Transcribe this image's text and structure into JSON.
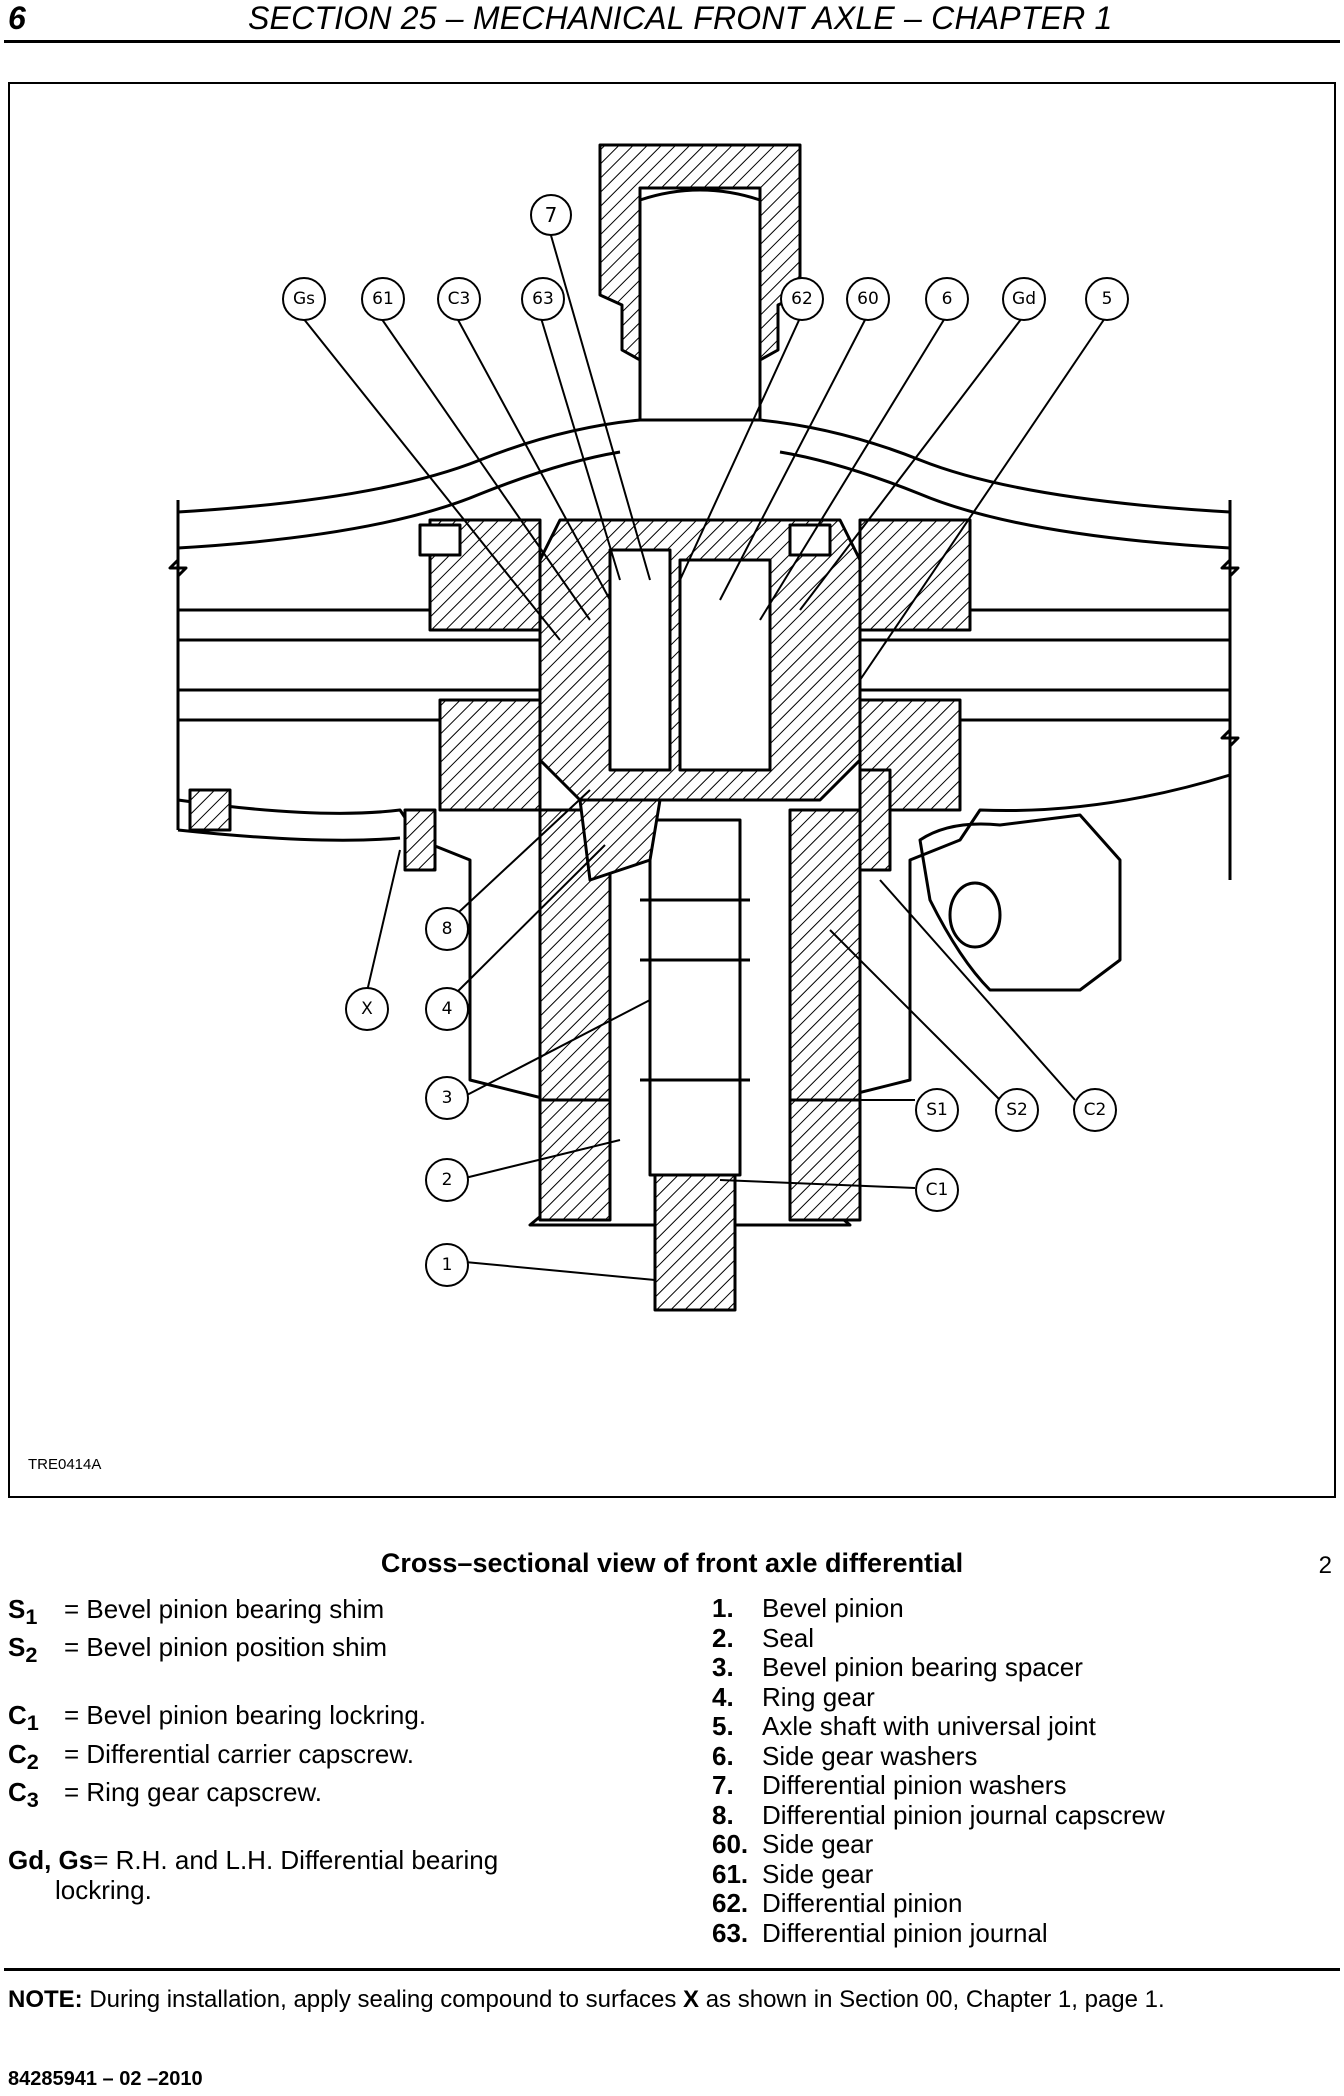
{
  "header": {
    "page_number": "6",
    "section_title": "SECTION 25 – MECHANICAL FRONT AXLE – CHAPTER 1"
  },
  "figure": {
    "code": "TRE0414A",
    "number": "2",
    "callouts": [
      "7",
      "Gs",
      "61",
      "C3",
      "63",
      "62",
      "60",
      "6",
      "Gd",
      "5",
      "8",
      "4",
      "3",
      "2",
      "1",
      "X",
      "S1",
      "S2",
      "C2",
      "C1"
    ],
    "caption": "Cross–sectional view of front axle differential"
  },
  "legend_left": [
    {
      "sym": "S",
      "sub": "1",
      "text": "= Bevel pinion bearing shim"
    },
    {
      "sym": "S",
      "sub": "2",
      "text": "= Bevel pinion position shim"
    },
    {
      "sym": "C",
      "sub": "1",
      "text": "= Bevel pinion bearing lockring."
    },
    {
      "sym": "C",
      "sub": "2",
      "text": "= Differential carrier capscrew."
    },
    {
      "sym": "C",
      "sub": "3",
      "text": "= Ring gear capscrew."
    }
  ],
  "legend_gd": {
    "sym": "Gd, Gs",
    "text_line1": "= R.H. and L.H. Differential bearing",
    "text_line2": "lockring."
  },
  "legend_right": [
    {
      "num": "1.",
      "text": "Bevel pinion"
    },
    {
      "num": "2.",
      "text": "Seal"
    },
    {
      "num": "3.",
      "text": "Bevel pinion bearing spacer"
    },
    {
      "num": "4.",
      "text": "Ring gear"
    },
    {
      "num": "5.",
      "text": "Axle shaft with universal joint"
    },
    {
      "num": "6.",
      "text": "Side gear washers"
    },
    {
      "num": "7.",
      "text": "Differential pinion washers"
    },
    {
      "num": "8.",
      "text": "Differential pinion journal capscrew"
    },
    {
      "num": "60.",
      "text": "Side gear"
    },
    {
      "num": "61.",
      "text": "Side gear"
    },
    {
      "num": "62.",
      "text": "Differential pinion"
    },
    {
      "num": "63.",
      "text": "Differential pinion journal"
    }
  ],
  "note": {
    "label": "NOTE:",
    "text_before": " During installation, apply sealing compound to surfaces ",
    "highlight": "X",
    "text_after": " as shown in Section 00, Chapter 1, page 1."
  },
  "footer": "84285941 – 02 –2010"
}
